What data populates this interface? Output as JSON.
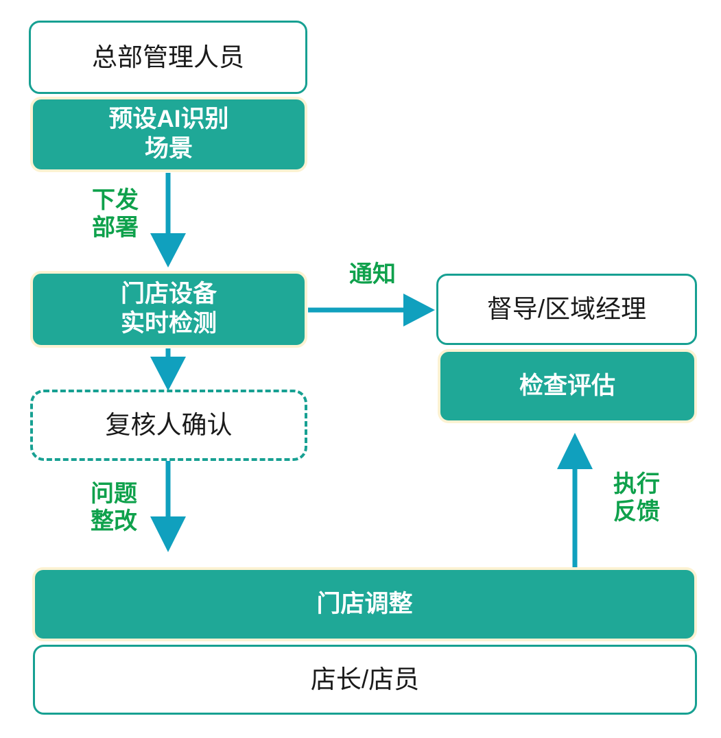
{
  "diagram": {
    "title_text": "",
    "colors": {
      "teal_fill": "#1FA897",
      "teal_outline": "#17A092",
      "cream_halo": "#FCF2D2",
      "arrow_cyan": "#10A0BE",
      "label_green": "#0FA14C",
      "text_dark": "#1a1a1a",
      "white": "#FFFFFF"
    },
    "nodes": [
      {
        "id": "hq-role",
        "label": "总部管理人员",
        "style": "role-box"
      },
      {
        "id": "preset-ai",
        "label": "预设AI识别\n场景",
        "style": "action-box"
      },
      {
        "id": "store-device",
        "label": "门店设备\n实时检测",
        "style": "action-box"
      },
      {
        "id": "reviewer",
        "label": "复核人确认",
        "style": "dashed-box"
      },
      {
        "id": "supervisor",
        "label": "督导/区域经理",
        "style": "role-box"
      },
      {
        "id": "inspect-eval",
        "label": "检查评估",
        "style": "action-box"
      },
      {
        "id": "store-adjust",
        "label": "门店调整",
        "style": "action-box"
      },
      {
        "id": "store-staff",
        "label": "店长/店员",
        "style": "role-box"
      }
    ],
    "edges": [
      {
        "id": "deploy",
        "label": "下发\n部署",
        "from": "preset-ai",
        "to": "store-device",
        "direction": "down"
      },
      {
        "id": "notify",
        "label": "通知",
        "from": "store-device",
        "to": "supervisor",
        "direction": "right"
      },
      {
        "id": "to-review",
        "label": "",
        "from": "store-device",
        "to": "reviewer",
        "direction": "down"
      },
      {
        "id": "rectify",
        "label": "问题\n整改",
        "from": "reviewer",
        "to": "store-adjust",
        "direction": "down"
      },
      {
        "id": "feedback",
        "label": "执行\n反馈",
        "from": "store-adjust",
        "to": "inspect-eval",
        "direction": "up"
      }
    ]
  }
}
